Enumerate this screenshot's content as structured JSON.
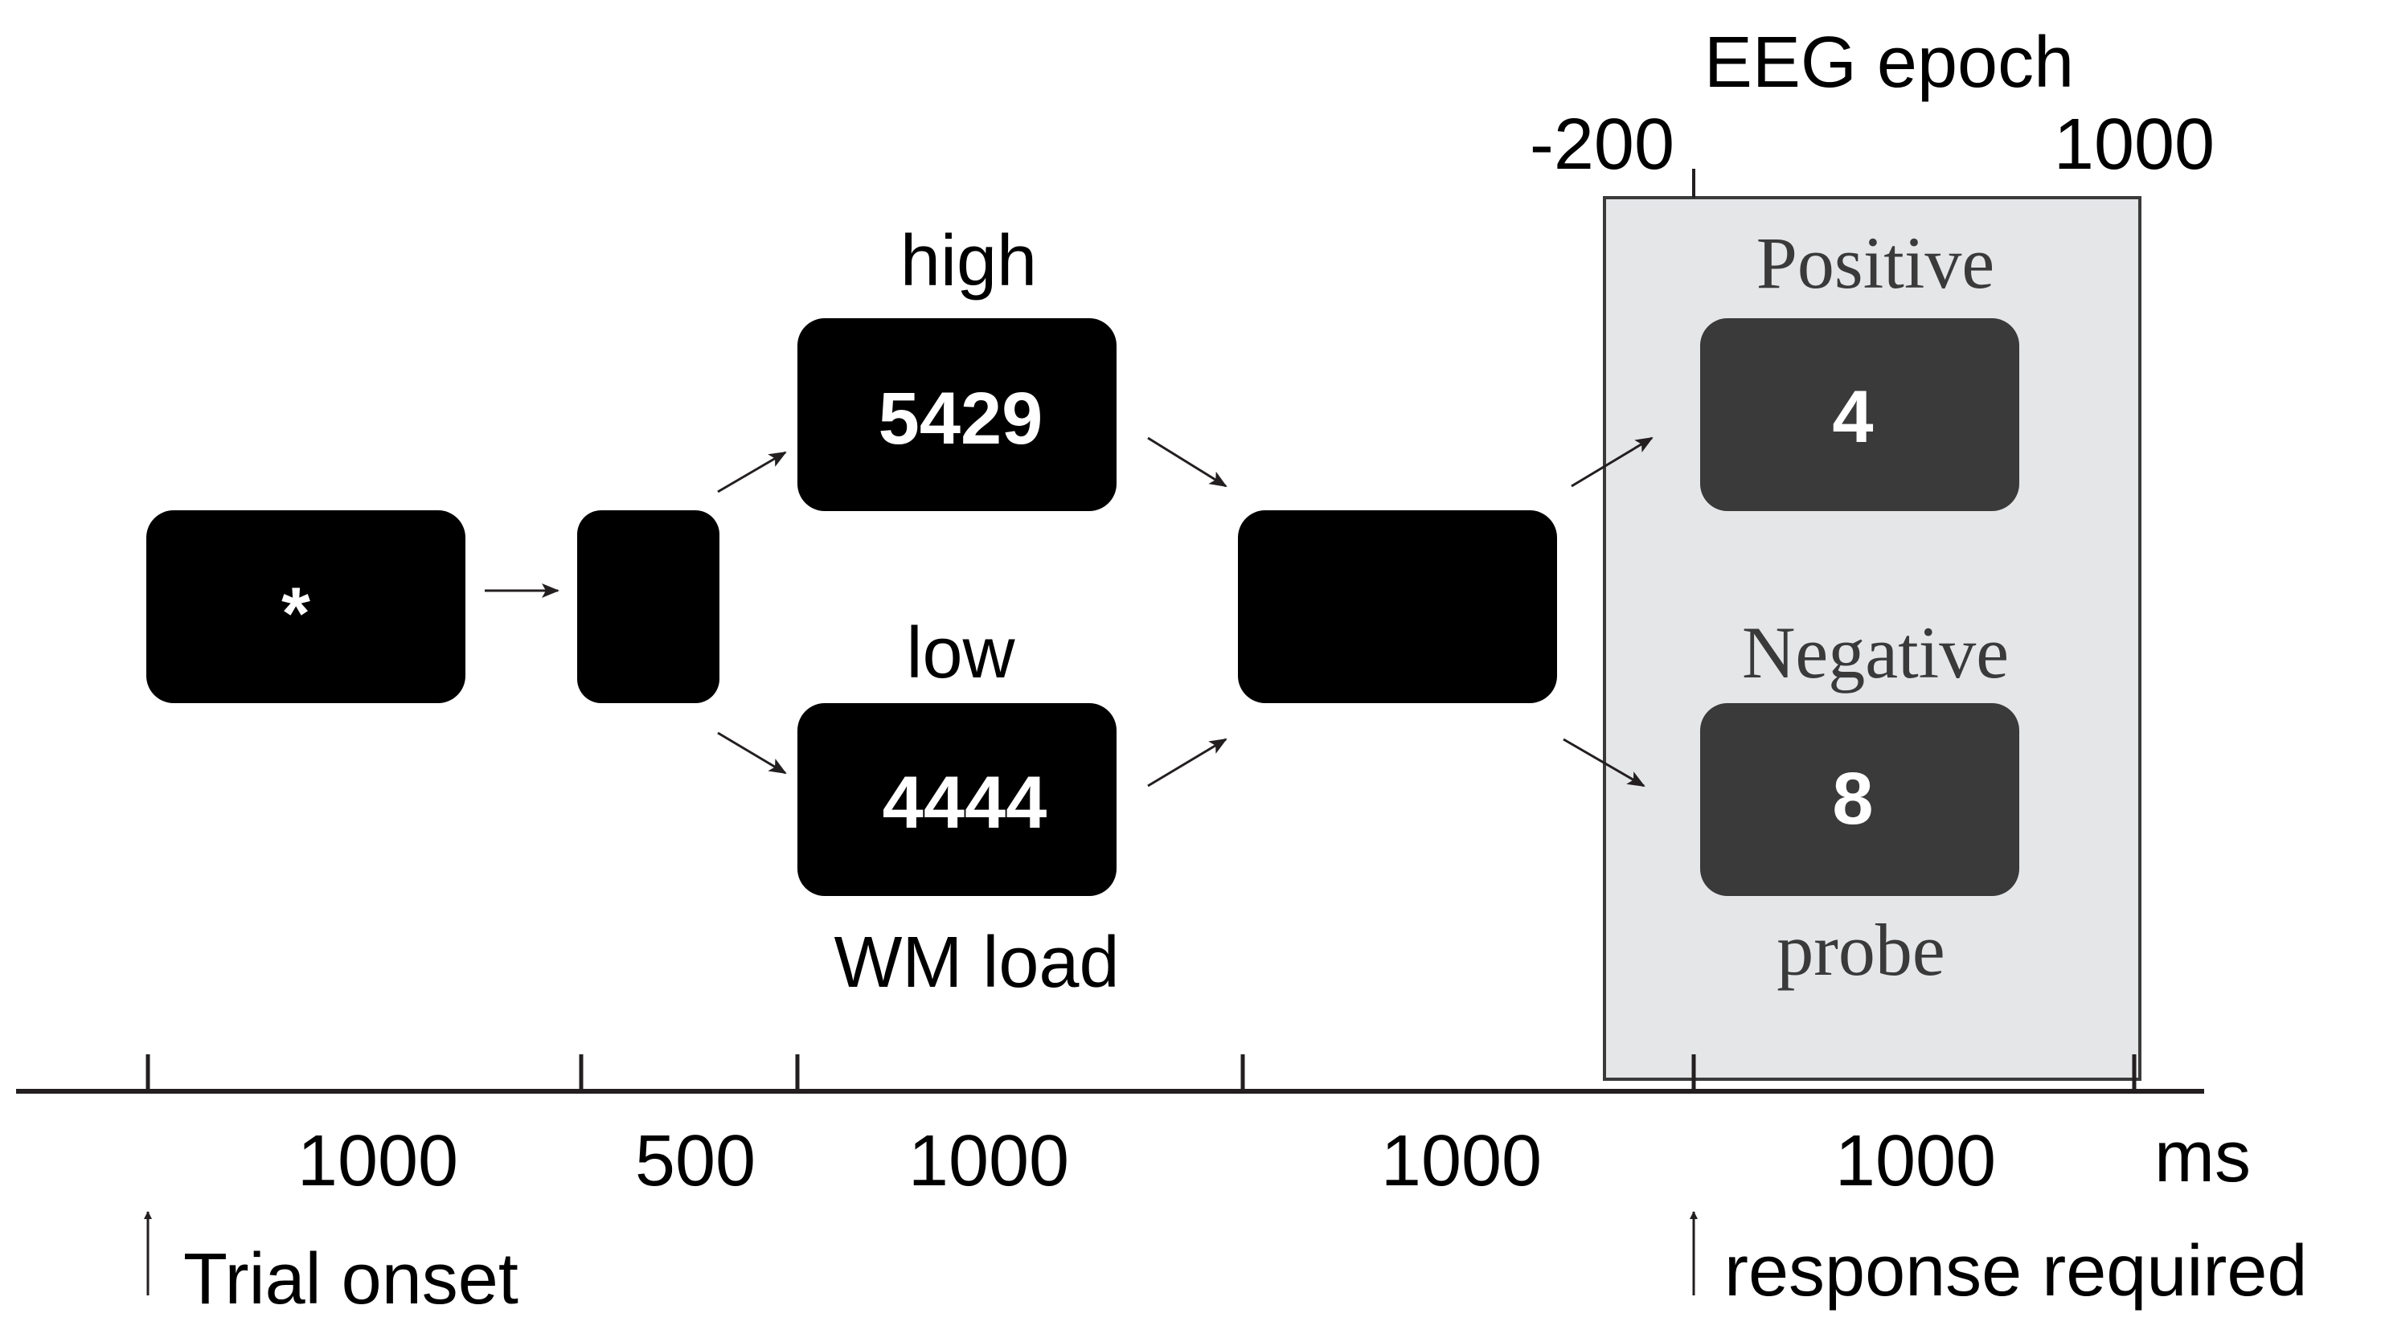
{
  "epoch": {
    "title": "EEG epoch",
    "start_label": "-200",
    "end_label": "1000"
  },
  "conditions": {
    "high_label": "high",
    "low_label": "low",
    "wm_load_label": "WM load"
  },
  "stimuli": {
    "fixation": "*",
    "high_digits": "5429",
    "low_digits": "4444",
    "positive_probe_digit": "4",
    "negative_probe_digit": "8"
  },
  "probe": {
    "positive_label": "Positive",
    "negative_label": "Negative",
    "probe_label": "probe"
  },
  "timeline": {
    "durations": [
      "1000",
      "500",
      "1000",
      "1000",
      "1000"
    ],
    "unit": "ms",
    "trial_onset_label": "Trial onset",
    "response_label": "response required"
  },
  "colors": {
    "screen_black": "#000000",
    "probe_screen": "#3a3a3a",
    "epoch_fill": "#e5e6e8",
    "line": "#231f20",
    "text": "#000000",
    "serif_text": "#3a3a3a",
    "stimulus_text": "#ffffff"
  }
}
